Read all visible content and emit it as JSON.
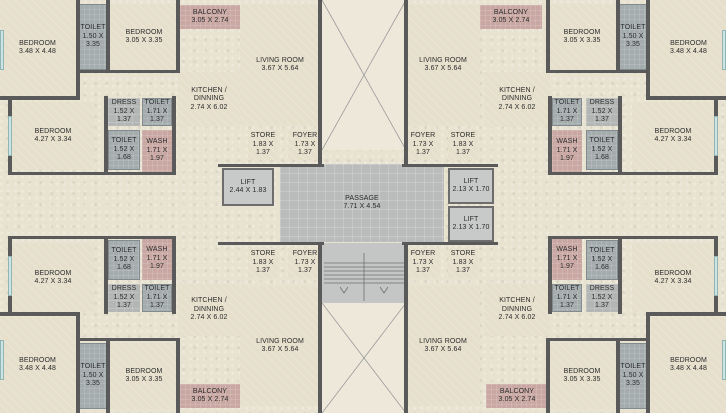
{
  "rooms": {
    "tl_bedroom1": "BEDROOM",
    "tl_bedroom1_size": "3.48 X 4.48",
    "tl_toilet1": "TOILET",
    "tl_toilet1_size": "1.50 X 3.35",
    "tl_bedroom2": "BEDROOM",
    "tl_bedroom2_size": "3.05 X 3.35",
    "tl_balcony": "BALCONY",
    "tl_balcony_size": "3.05 X 2.74",
    "tl_living": "LIVING ROOM",
    "tl_living_size": "3.67 X 5.64",
    "tl_kitchen": "KITCHEN /",
    "tl_kitchen2": "DINNING",
    "tl_kitchen_size": "2.74 X 6.02",
    "tl_bedroom3": "BEDROOM",
    "tl_bedroom3_size": "4.27 X 3.34",
    "tl_dress": "DRESS",
    "tl_dress_size": "1.52 X 1.37",
    "tl_toilet2": "TOILET",
    "tl_toilet2_size": "1.71 X 1.37",
    "tl_toilet3": "TOILET",
    "tl_toilet3_size": "1.52 X 1.68",
    "tl_wash": "WASH",
    "tl_wash_size": "1.71 X 1.97",
    "tl_store": "STORE",
    "tl_store_size": "1.83 X 1.37",
    "tl_foyer": "FOYER",
    "tl_foyer_size": "1.73 X 1.37",
    "tr_balcony": "BALCONY",
    "tr_balcony_size": "3.05 X 2.74",
    "tr_bedroom2": "BEDROOM",
    "tr_bedroom2_size": "3.05 X 3.35",
    "tr_toilet1": "TOILET",
    "tr_toilet1_size": "1.50 X 3.35",
    "tr_bedroom1": "BEDROOM",
    "tr_bedroom1_size": "3.48 X 4.48",
    "tr_living": "LIVING ROOM",
    "tr_living_size": "3.67 X 5.64",
    "tr_kitchen": "KITCHEN /",
    "tr_kitchen2": "DINNING",
    "tr_kitchen_size": "2.74 X 6.02",
    "tr_toilet2": "TOILET",
    "tr_toilet2_size": "1.71 X 1.37",
    "tr_dress": "DRESS",
    "tr_dress_size": "1.52 X 1.37",
    "tr_bedroom3": "BEDROOM",
    "tr_bedroom3_size": "4.27 X 3.34",
    "tr_wash": "WASH",
    "tr_wash_size": "1.71 X 1.97",
    "tr_toilet3": "TOILET",
    "tr_toilet3_size": "1.52 X 1.68",
    "tr_foyer": "FOYER",
    "tr_foyer_size": "1.73 X 1.37",
    "tr_store": "STORE",
    "tr_store_size": "1.83 X 1.37",
    "lift1": "LIFT",
    "lift1_size": "2.44 X 1.83",
    "lift2": "LIFT",
    "lift2_size": "2.13 X 1.70",
    "lift3": "LIFT",
    "lift3_size": "2.13 X 1.70",
    "passage": "PASSAGE",
    "passage_size": "7.71 X 4.54",
    "bl_toilet3": "TOILET",
    "bl_toilet3_size": "1.52 X 1.68",
    "bl_wash": "WASH",
    "bl_wash_size": "1.71 X 1.97",
    "bl_bedroom3": "BEDROOM",
    "bl_bedroom3_size": "4.27 X 3.34",
    "bl_dress": "DRESS",
    "bl_dress_size": "1.52 X 1.37",
    "bl_toilet2": "TOILET",
    "bl_toilet2_size": "1.71 X 1.37",
    "bl_store": "STORE",
    "bl_store_size": "1.83 X 1.37",
    "bl_foyer": "FOYER",
    "bl_foyer_size": "1.73 X 1.37",
    "bl_kitchen": "KITCHEN /",
    "bl_kitchen2": "DINNING",
    "bl_kitchen_size": "2.74 X 6.02",
    "bl_living": "LIVING ROOM",
    "bl_living_size": "3.67 X 5.64",
    "bl_bedroom1": "BEDROOM",
    "bl_bedroom1_size": "3.48 X 4.48",
    "bl_toilet1": "TOILET",
    "bl_toilet1_size": "1.50 X 3.35",
    "bl_bedroom2": "BEDROOM",
    "bl_bedroom2_size": "3.05 X 3.35",
    "bl_balcony": "BALCONY",
    "bl_balcony_size": "3.05 X 2.74",
    "br_foyer": "FOYER",
    "br_foyer_size": "1.73 X 1.37",
    "br_store": "STORE",
    "br_store_size": "1.83 X 1.37",
    "br_wash": "WASH",
    "br_wash_size": "1.71 X 1.97",
    "br_toilet3": "TOILET",
    "br_toilet3_size": "1.52 X 1.68",
    "br_bedroom3": "BEDROOM",
    "br_bedroom3_size": "4.27 X 3.34",
    "br_toilet2": "TOILET",
    "br_toilet2_size": "1.71 X 1.37",
    "br_dress": "DRESS",
    "br_dress_size": "1.52 X 1.37",
    "br_kitchen": "KITCHEN /",
    "br_kitchen2": "DINNING",
    "br_kitchen_size": "2.74 X 6.02",
    "br_living": "LIVING ROOM",
    "br_living_size": "3.67 X 5.64",
    "br_bedroom2": "BEDROOM",
    "br_bedroom2_size": "3.05 X 3.35",
    "br_toilet1": "TOILET",
    "br_toilet1_size": "1.50 X 3.35",
    "br_bedroom1": "BEDROOM",
    "br_bedroom1_size": "3.48 X 4.48",
    "br_balcony": "BALCONY",
    "br_balcony_size": "3.05 X 2.74"
  },
  "colors": {
    "floor": "#e6dfcc",
    "wet_area": "#a4acae",
    "balcony_wash": "#c9a8a3",
    "core": "#b9bcbb",
    "wall": "#5a5a5a",
    "window": "#cfe3e2"
  },
  "icons": {
    "staircase": "staircase-icon",
    "open_to_sky": "cross-hatch-void-icon",
    "lift_car": "lift-icon"
  }
}
